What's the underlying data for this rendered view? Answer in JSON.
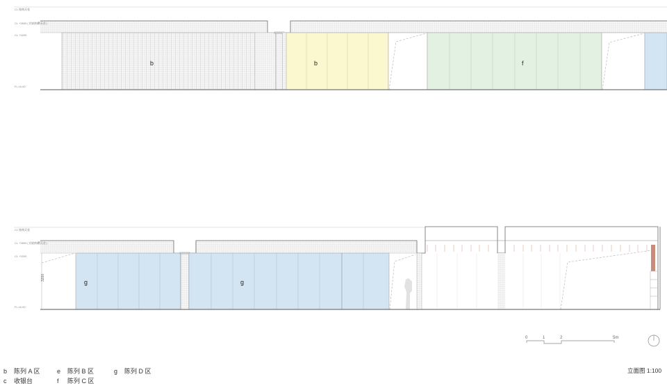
{
  "levels": {
    "structural_ceiling": "CL 结构天花",
    "finished_ceiling": "CL +3500 ( 仿结构覆天花 )",
    "ceiling_3200": "CL +3200",
    "floor": "FL ±0.00"
  },
  "top_elevation": {
    "zones": [
      "b",
      "b",
      "f"
    ]
  },
  "bottom_elevation": {
    "height_dimension": "3200",
    "zones": [
      "g",
      "g"
    ]
  },
  "legend": [
    {
      "key": "b",
      "label": "陈列 A 区"
    },
    {
      "key": "c",
      "label": "收银台"
    },
    {
      "key": "e",
      "label": "陈列 B 区"
    },
    {
      "key": "f",
      "label": "陈列 C 区"
    },
    {
      "key": "g",
      "label": "陈列 D 区"
    }
  ],
  "scale_bar": {
    "ticks": [
      "0",
      "1",
      "2",
      "5m"
    ]
  },
  "drawing_title": "立面图 1:100",
  "colors": {
    "zone_a": "#fbf7cf",
    "zone_c": "#e3f1e2",
    "zone_d": "#d3e4f3",
    "accent": "#c98b7a"
  }
}
